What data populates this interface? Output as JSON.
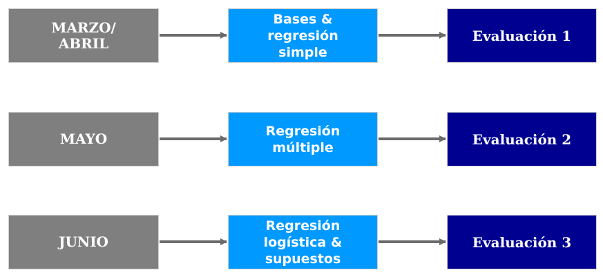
{
  "rows": [
    {
      "month": "MARZO/\nABRIL",
      "topic": "Bases &\nregresión\nsimple",
      "evaluation": "Evaluación 1"
    },
    {
      "month": "MAYO",
      "topic": "Regresión\nmúltiple",
      "evaluation": "Evaluación 2"
    },
    {
      "month": "JUNIO",
      "topic": "Regresión\nlogística &\nsupuestos",
      "evaluation": "Evaluación 3"
    }
  ],
  "colors": {
    "month_box": "#7f7f7f",
    "topic_box": "#0099ff",
    "evaluation_box": "#000090",
    "arrow": "#6b6b6b"
  }
}
